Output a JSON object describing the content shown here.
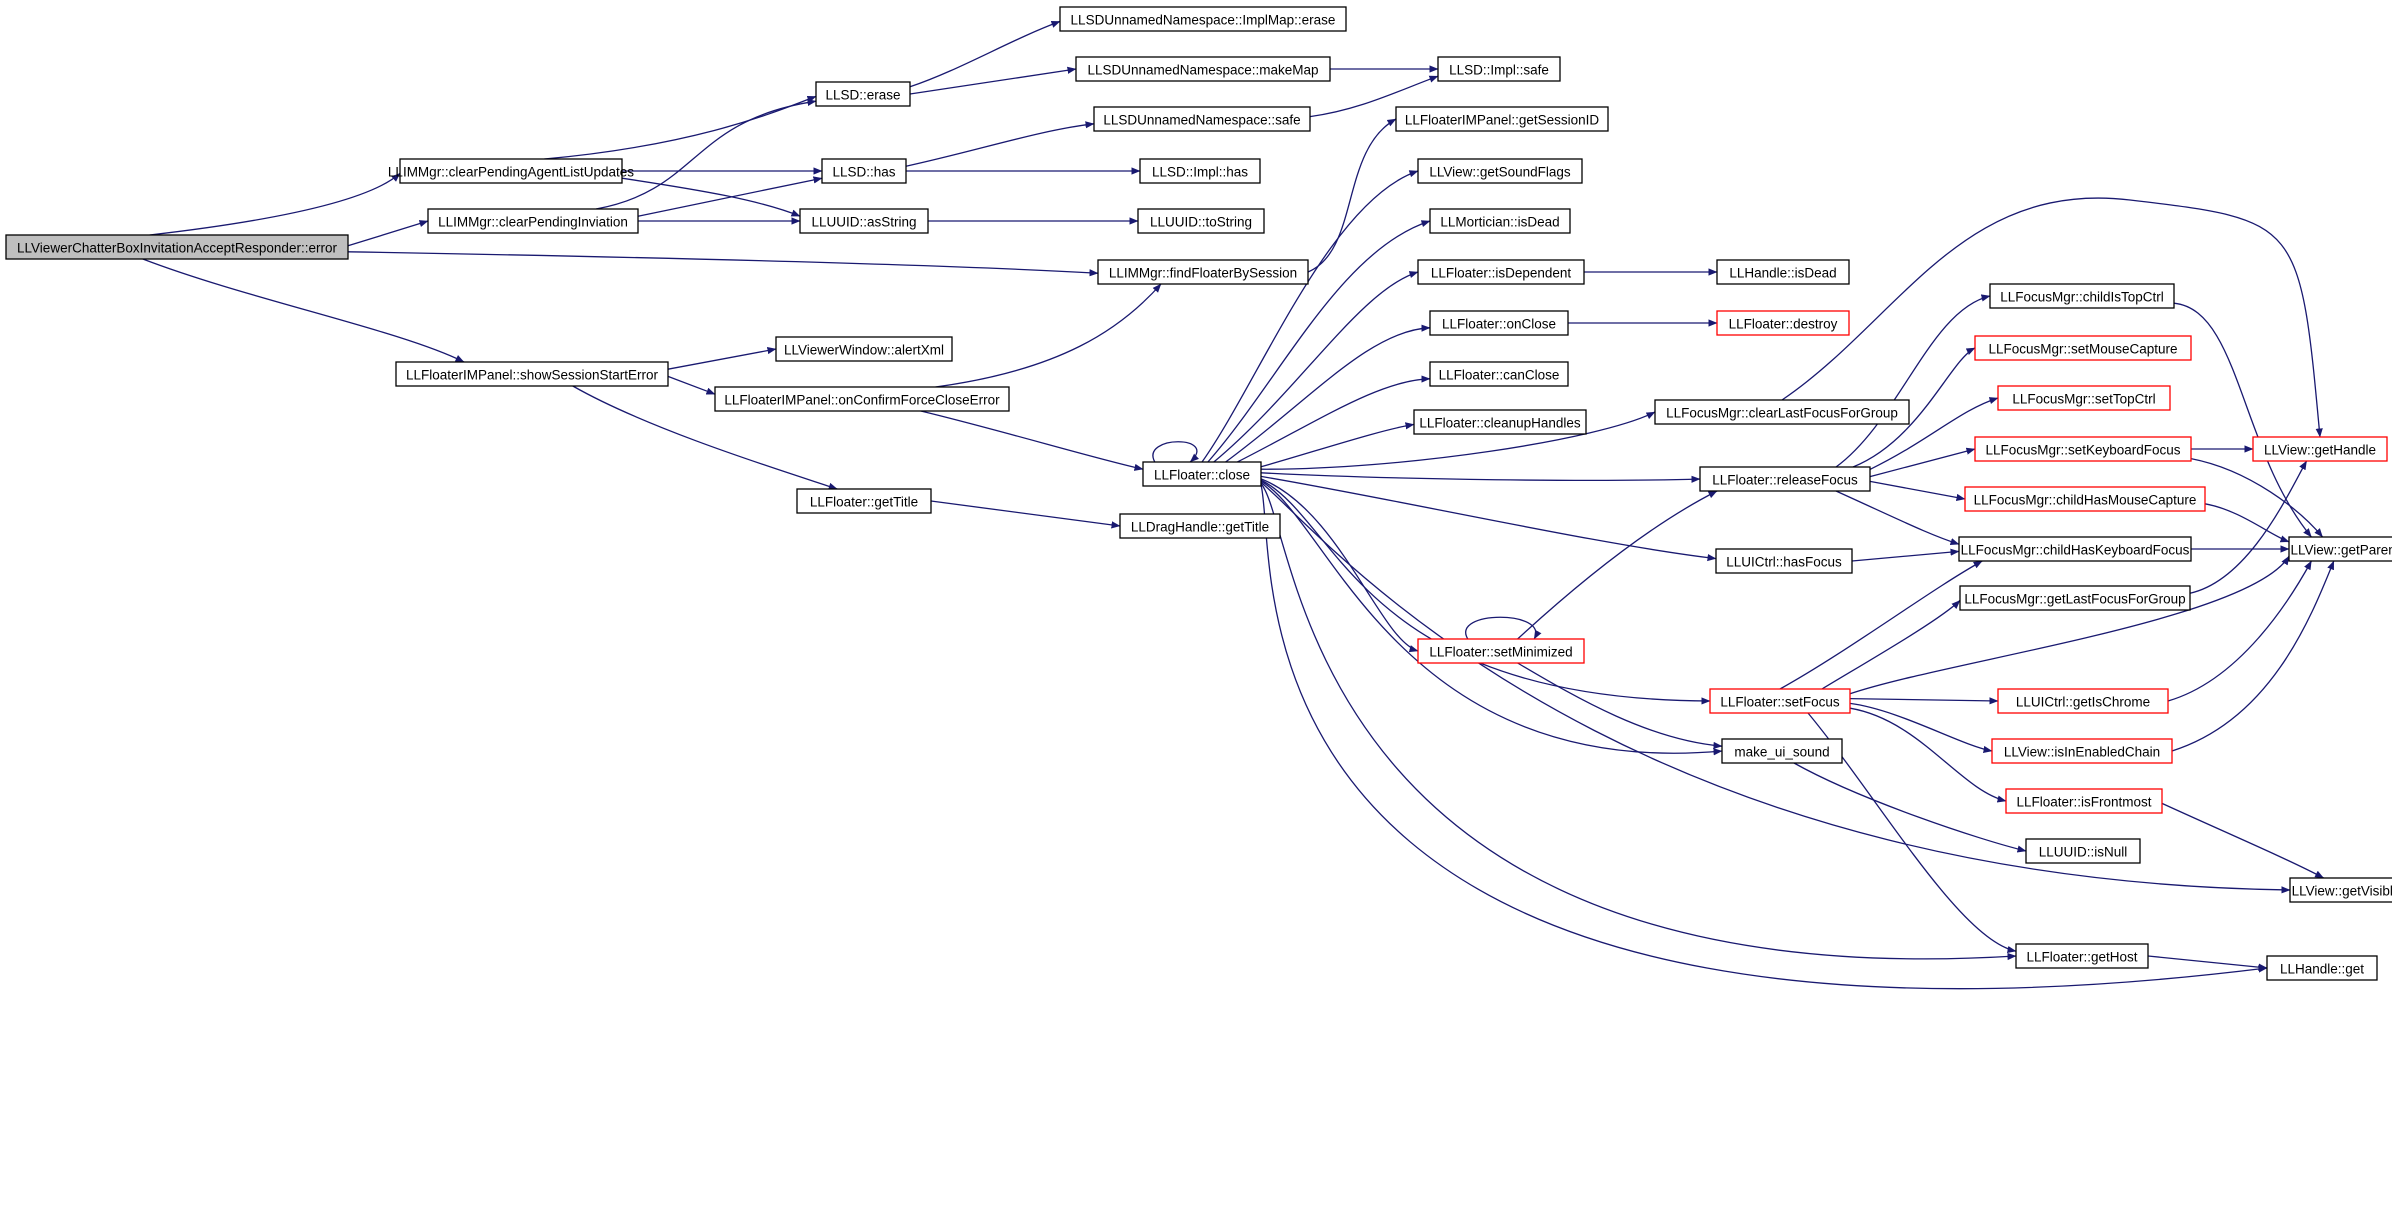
{
  "colors": {
    "edge": "#191970",
    "node_border": "#000000",
    "node_border_truncated": "#ff0000",
    "node_fill": "#ffffff",
    "root_fill": "#bfbfbf"
  },
  "nodes": [
    {
      "id": "root",
      "label": "LLViewerChatterBoxInvitationAcceptResponder::error",
      "root": true
    },
    {
      "id": "n_cpalu",
      "label": "LLIMMgr::clearPendingAgentListUpdates"
    },
    {
      "id": "n_cpi",
      "label": "LLIMMgr::clearPendingInviation"
    },
    {
      "id": "n_ssse",
      "label": "LLFloaterIMPanel::showSessionStartError"
    },
    {
      "id": "n_implmap_erase",
      "label": "LLSDUnnamedNamespace::ImplMap::erase"
    },
    {
      "id": "n_makemap",
      "label": "LLSDUnnamedNamespace::makeMap"
    },
    {
      "id": "n_llsd_erase",
      "label": "LLSD::erase"
    },
    {
      "id": "n_impl_safe",
      "label": "LLSD::Impl::safe"
    },
    {
      "id": "n_ns_safe",
      "label": "LLSDUnnamedNamespace::safe"
    },
    {
      "id": "n_llsd_has",
      "label": "LLSD::has"
    },
    {
      "id": "n_impl_has",
      "label": "LLSD::Impl::has"
    },
    {
      "id": "n_asstring",
      "label": "LLUUID::asString"
    },
    {
      "id": "n_tostring",
      "label": "LLUUID::toString"
    },
    {
      "id": "n_ffbs",
      "label": "LLIMMgr::findFloaterBySession"
    },
    {
      "id": "n_getsessionid",
      "label": "LLFloaterIMPanel::getSessionID"
    },
    {
      "id": "n_soundflags",
      "label": "LLView::getSoundFlags"
    },
    {
      "id": "n_mort_isdead",
      "label": "LLMortician::isDead"
    },
    {
      "id": "n_isdependent",
      "label": "LLFloater::isDependent"
    },
    {
      "id": "n_handle_isdead",
      "label": "LLHandle::isDead"
    },
    {
      "id": "n_onclose",
      "label": "LLFloater::onClose"
    },
    {
      "id": "n_destroy",
      "label": "LLFloater::destroy",
      "truncated": true
    },
    {
      "id": "n_canclose",
      "label": "LLFloater::canClose"
    },
    {
      "id": "n_cleanup",
      "label": "LLFloater::cleanupHandles"
    },
    {
      "id": "n_alertxml",
      "label": "LLViewerWindow::alertXml"
    },
    {
      "id": "n_confirm",
      "label": "LLFloaterIMPanel::onConfirmForceCloseError"
    },
    {
      "id": "n_close",
      "label": "LLFloater::close"
    },
    {
      "id": "n_gettitle",
      "label": "LLFloater::getTitle"
    },
    {
      "id": "n_drag_gettitle",
      "label": "LLDragHandle::getTitle"
    },
    {
      "id": "n_clfg",
      "label": "LLFocusMgr::clearLastFocusForGroup"
    },
    {
      "id": "n_childistop",
      "label": "LLFocusMgr::childIsTopCtrl"
    },
    {
      "id": "n_setmousecap",
      "label": "LLFocusMgr::setMouseCapture",
      "truncated": true
    },
    {
      "id": "n_settopctrl",
      "label": "LLFocusMgr::setTopCtrl",
      "truncated": true
    },
    {
      "id": "n_setkbfocus",
      "label": "LLFocusMgr::setKeyboardFocus",
      "truncated": true
    },
    {
      "id": "n_gethandle",
      "label": "LLView::getHandle",
      "truncated": true
    },
    {
      "id": "n_releasefocus",
      "label": "LLFloater::releaseFocus"
    },
    {
      "id": "n_childhasmouse",
      "label": "LLFocusMgr::childHasMouseCapture",
      "truncated": true
    },
    {
      "id": "n_getparent",
      "label": "LLView::getParent"
    },
    {
      "id": "n_hasfocus",
      "label": "LLUICtrl::hasFocus"
    },
    {
      "id": "n_childhaskb",
      "label": "LLFocusMgr::childHasKeyboardFocus"
    },
    {
      "id": "n_getlastfocus",
      "label": "LLFocusMgr::getLastFocusForGroup"
    },
    {
      "id": "n_setminimized",
      "label": "LLFloater::setMinimized",
      "truncated": true
    },
    {
      "id": "n_setfocus",
      "label": "LLFloater::setFocus",
      "truncated": true
    },
    {
      "id": "n_getischrome",
      "label": "LLUICtrl::getIsChrome",
      "truncated": true
    },
    {
      "id": "n_isinenabled",
      "label": "LLView::isInEnabledChain",
      "truncated": true
    },
    {
      "id": "n_makeuisound",
      "label": "make_ui_sound"
    },
    {
      "id": "n_isfrontmost",
      "label": "LLFloater::isFrontmost",
      "truncated": true
    },
    {
      "id": "n_isnull",
      "label": "LLUUID::isNull"
    },
    {
      "id": "n_getvisible",
      "label": "LLView::getVisible"
    },
    {
      "id": "n_gethost",
      "label": "LLFloater::getHost"
    },
    {
      "id": "n_handle_get",
      "label": "LLHandle::get"
    }
  ]
}
